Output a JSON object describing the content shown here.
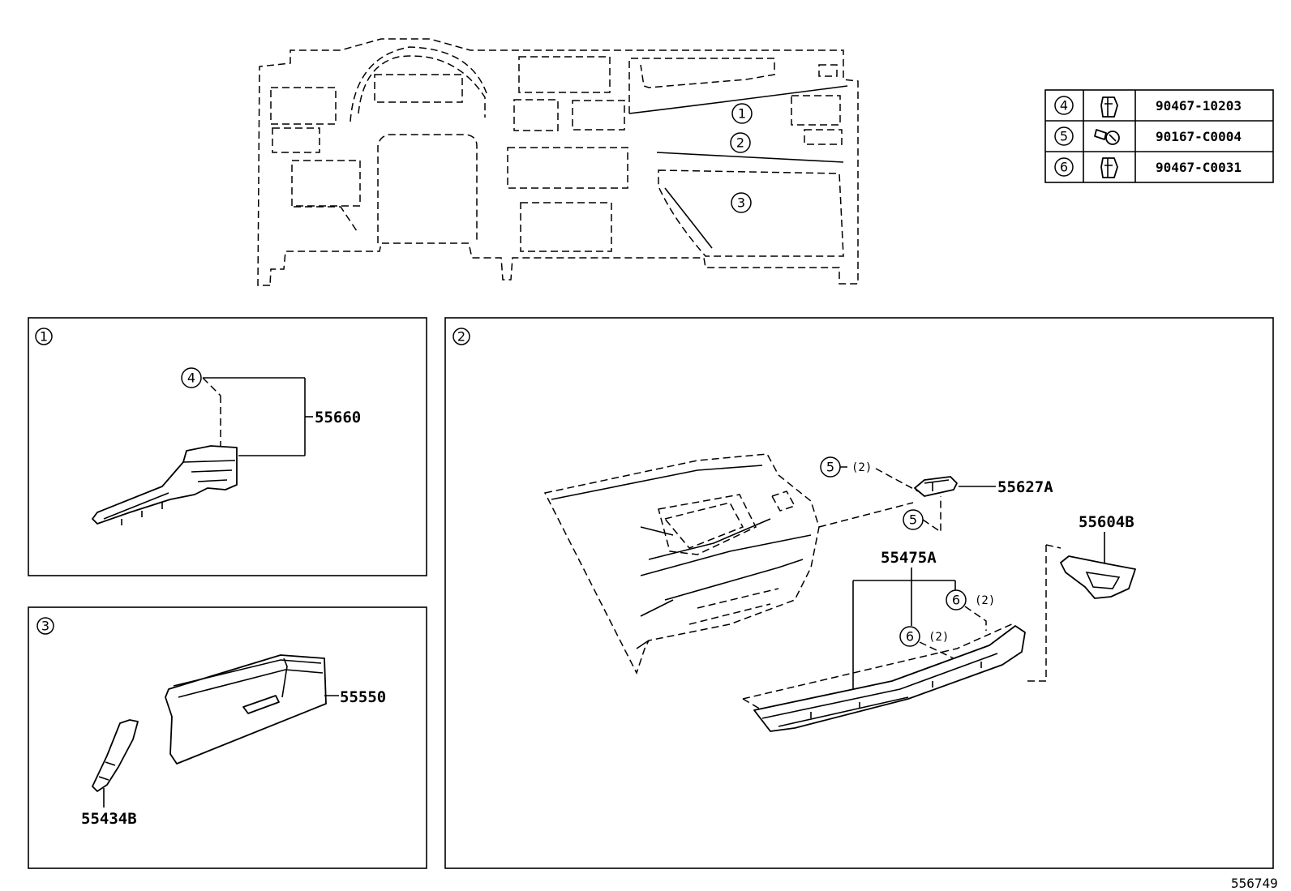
{
  "overview_callouts": [
    "1",
    "2",
    "3"
  ],
  "fastener_table": [
    {
      "ref": "4",
      "icon": "clip-icon",
      "part_no": "90467-10203"
    },
    {
      "ref": "5",
      "icon": "screw-icon",
      "part_no": "90167-C0004"
    },
    {
      "ref": "6",
      "icon": "clip-icon",
      "part_no": "90467-C0031"
    }
  ],
  "panels": {
    "p1": {
      "id": "1",
      "callout": "4",
      "part": "55660"
    },
    "p2": {
      "id": "2",
      "parts": {
        "a": "55627A",
        "b": "55604B",
        "c": "55475A"
      },
      "callouts": {
        "screw": "5",
        "clip": "6"
      },
      "qty": "(2)"
    },
    "p3": {
      "id": "3",
      "parts": {
        "box": "55550",
        "trim": "55434B"
      }
    }
  },
  "figure_number": "556749"
}
